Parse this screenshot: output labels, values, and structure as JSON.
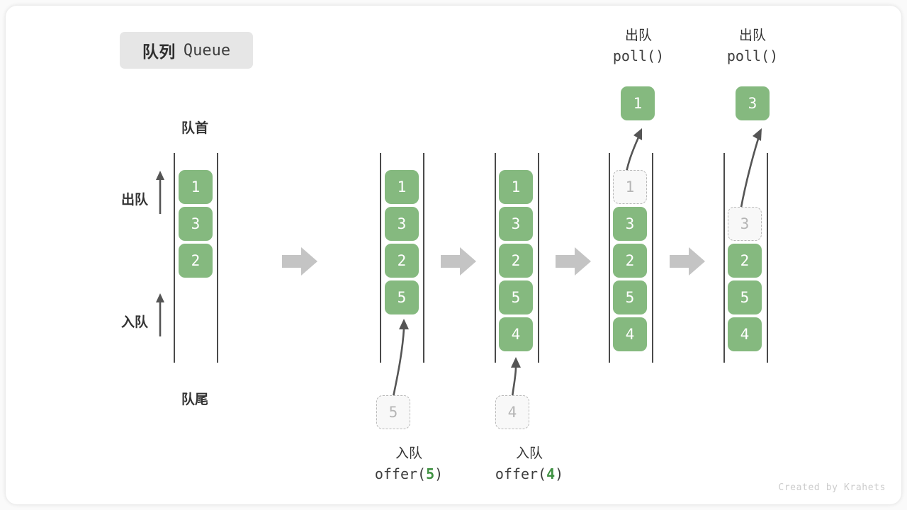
{
  "title": {
    "cn": "队列",
    "en": "Queue"
  },
  "labels": {
    "head": "队首",
    "tail": "队尾",
    "dequeue": "出队",
    "enqueue": "入队"
  },
  "colors": {
    "element": "#85b97f",
    "element_text": "#ffffff",
    "ghost_fill": "#f8f8f8",
    "ghost_border": "#b8b8b8",
    "ghost_text": "#b5b5b5",
    "rail": "#4a4a4a",
    "arrow": "#555555",
    "step_arrow": "#c4c4c4",
    "badge_bg": "#e6e6e6",
    "text": "#333333",
    "code_number": "#3f9142",
    "watermark": "#cccccc"
  },
  "stages": [
    {
      "name": "initial",
      "cells": [
        "1",
        "3",
        "2"
      ],
      "ghost_index": null,
      "ghost_value": null
    },
    {
      "name": "after-offer-5",
      "cells": [
        "1",
        "3",
        "2",
        "5"
      ],
      "ghost_index": null,
      "ghost_value": null,
      "incoming_value": "5"
    },
    {
      "name": "after-offer-4",
      "cells": [
        "1",
        "3",
        "2",
        "5",
        "4"
      ],
      "ghost_index": null,
      "ghost_value": null,
      "incoming_value": "4"
    },
    {
      "name": "poll-1",
      "cells": [
        "1",
        "3",
        "2",
        "5",
        "4"
      ],
      "ghost_index": 0,
      "ghost_value": "1",
      "outgoing_value": "1"
    },
    {
      "name": "poll-3",
      "cells": [
        "",
        "3",
        "2",
        "5",
        "4"
      ],
      "ghost_index": 1,
      "ghost_value": "3",
      "outgoing_value": "3"
    }
  ],
  "operations": {
    "offer5": {
      "cn": "入队",
      "code_prefix": "offer(",
      "code_value": "5",
      "code_suffix": ")"
    },
    "offer4": {
      "cn": "入队",
      "code_prefix": "offer(",
      "code_value": "4",
      "code_suffix": ")"
    },
    "poll1": {
      "cn": "出队",
      "code": "poll()"
    },
    "poll2": {
      "cn": "出队",
      "code": "poll()"
    }
  },
  "results": {
    "first": "1",
    "second": "3"
  },
  "watermark": "Created by Krahets"
}
